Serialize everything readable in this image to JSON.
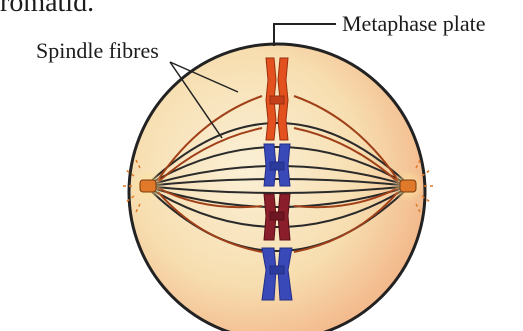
{
  "partial_text": "romatid.",
  "labels": {
    "spindle_fibres": "Spindle fibres",
    "metaphase_plate": "Metaphase plate"
  },
  "colors": {
    "cell_fill": "#f8e3bc",
    "cell_outline": "#222222",
    "cell_shade": "#f2b487",
    "spindle_black": "#2a2a2a",
    "spindle_red": "#a04018",
    "chromosome_orange": "#e3521e",
    "chromosome_blue": "#3a49b8",
    "chromosome_maroon": "#8a1f2b",
    "centriole": "#e07a2a"
  }
}
